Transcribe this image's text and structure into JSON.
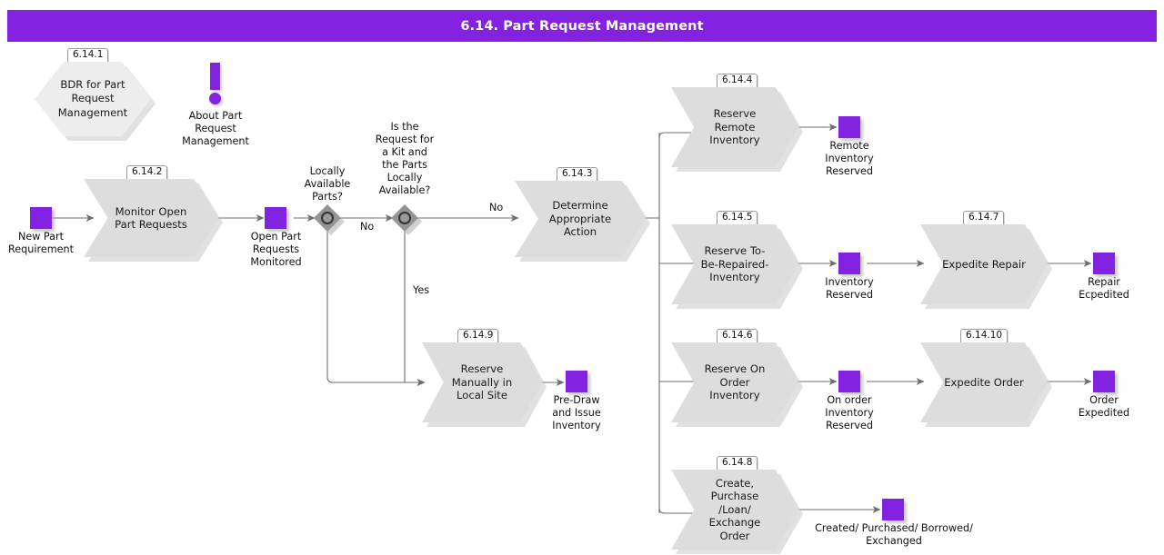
{
  "diagram": {
    "title": "6.14. Part Request Management",
    "accent_color": "#8322E1",
    "shape_fill": "#dddddd",
    "gateway_fill": "#949494"
  },
  "bdr": {
    "badge": "6.14.1",
    "label": "BDR for Part\nRequest\nManagement"
  },
  "annotation": {
    "icon": "exclamation-mark-icon",
    "label": "About Part\nRequest\nManagement"
  },
  "events": {
    "new_part_requirement": "New Part\nRequirement",
    "open_part_requests_monitored": "Open Part\nRequests\nMonitored",
    "remote_inventory_reserved": "Remote\nInventory\nReserved",
    "inventory_reserved": "Inventory\nReserved",
    "repair_ecpedited": "Repair\nEcpedited",
    "on_order_inventory_reserved": "On order\nInventory\nReserved",
    "order_expedited": "Order\nExpedited",
    "created_purchased_borrowed_exchanged": "Created/ Purchased/ Borrowed/\nExchanged",
    "pre_draw_and_issue_inventory": "Pre-Draw\nand Issue\nInventory"
  },
  "gateways": [
    {
      "id": "g1",
      "caption": "Locally\nAvailable\nParts?"
    },
    {
      "id": "g2",
      "caption": "Is the\nRequest for\na Kit and\nthe Parts\nLocally\nAvailable?"
    }
  ],
  "flow_labels": {
    "g1_no": "No",
    "g2_no": "No",
    "g2_yes": "Yes"
  },
  "tasks": [
    {
      "id": "t2",
      "badge": "6.14.2",
      "label": "Monitor Open\nPart Requests"
    },
    {
      "id": "t3",
      "badge": "6.14.3",
      "label": "Determine\nAppropriate\nAction"
    },
    {
      "id": "t4",
      "badge": "6.14.4",
      "label": "Reserve\nRemote\nInventory"
    },
    {
      "id": "t5",
      "badge": "6.14.5",
      "label": "Reserve To-\nBe-Repaired-\nInventory"
    },
    {
      "id": "t7",
      "badge": "6.14.7",
      "label": "Expedite Repair"
    },
    {
      "id": "t6",
      "badge": "6.14.6",
      "label": "Reserve On\nOrder\nInventory"
    },
    {
      "id": "t10",
      "badge": "6.14.10",
      "label": "Expedite Order"
    },
    {
      "id": "t8",
      "badge": "6.14.8",
      "label": "Create,\nPurchase\n/Loan/\nExchange\nOrder"
    },
    {
      "id": "t9",
      "badge": "6.14.9",
      "label": "Reserve\nManually in\nLocal Site"
    }
  ]
}
